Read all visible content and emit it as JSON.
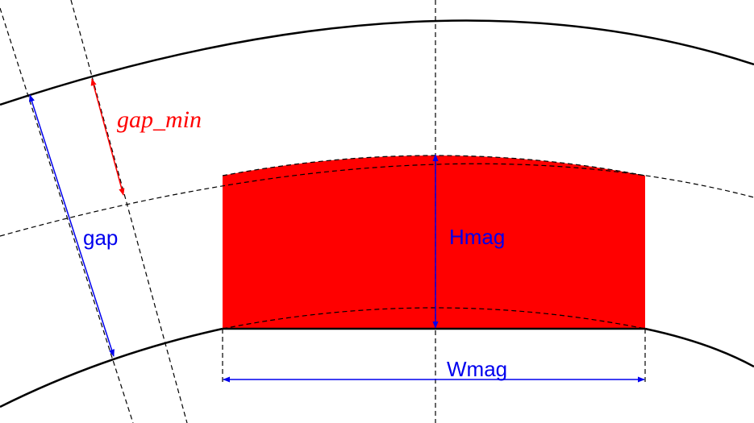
{
  "labels": {
    "gap_min": "gap_min",
    "gap": "gap",
    "hmag": "Hmag",
    "wmag": "Wmag"
  },
  "colors": {
    "magnet_fill": "#ff0000",
    "gap_min_dimension": "#ff0000",
    "dimension_blue": "#0000ee",
    "line": "#000000"
  }
}
